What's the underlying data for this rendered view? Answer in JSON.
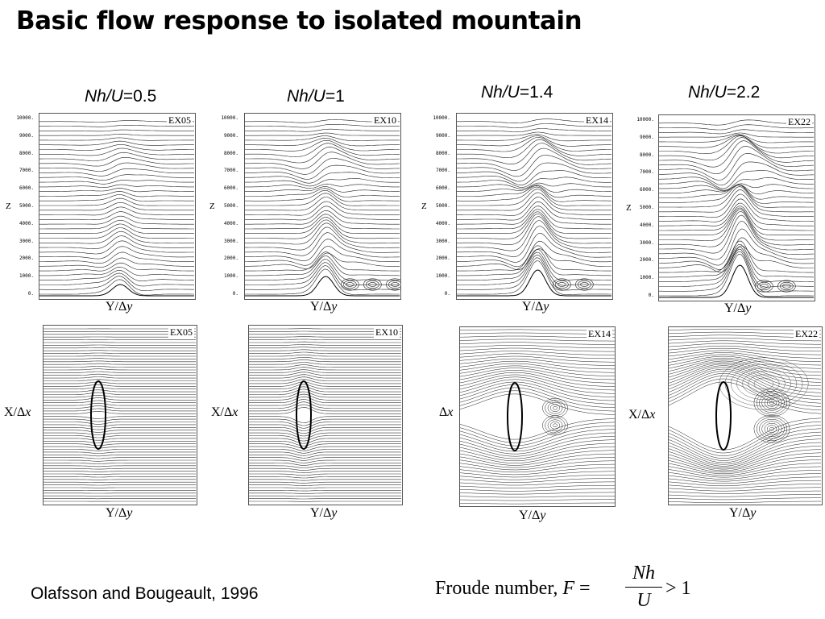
{
  "title": "Basic flow response to isolated mountain",
  "columns": [
    {
      "label_italic": "Nh/U",
      "label_rest": "=0.5",
      "tag_top": "EX05",
      "tag_bottom": "EX05",
      "bottom_ylabel_pre": "X/",
      "bottom_ylabel_post": "x"
    },
    {
      "label_italic": "Nh/U",
      "label_rest": "=1",
      "tag_top": "EX10",
      "tag_bottom": "EX10",
      "bottom_ylabel_pre": "X/",
      "bottom_ylabel_post": "x"
    },
    {
      "label_italic": "Nh/U",
      "label_rest": "=1.4",
      "tag_top": "EX14",
      "tag_bottom": "EX14",
      "bottom_ylabel_pre": "",
      "bottom_ylabel_post": "x"
    },
    {
      "label_italic": "Nh/U",
      "label_rest": "=2.2",
      "tag_top": "EX22",
      "tag_bottom": "EX22",
      "bottom_ylabel_pre": "X/",
      "bottom_ylabel_post": "x"
    }
  ],
  "z_axis_label": "Z",
  "z_ticks": [
    "10000.",
    "9000.",
    "8000.",
    "7000.",
    "6000.",
    "5000.",
    "4000.",
    "3000.",
    "2000.",
    "1000.",
    "0."
  ],
  "xaxis_pre": "Y/",
  "xaxis_post": "y",
  "delta_symbol": "Δ",
  "citation": "Olafsson and Bougeault, 1996",
  "froude": {
    "lead": "Froude number, ",
    "var": "F",
    "eq": " = ",
    "numerator": "Nh",
    "denominator": "U",
    "rest": " > 1"
  }
}
